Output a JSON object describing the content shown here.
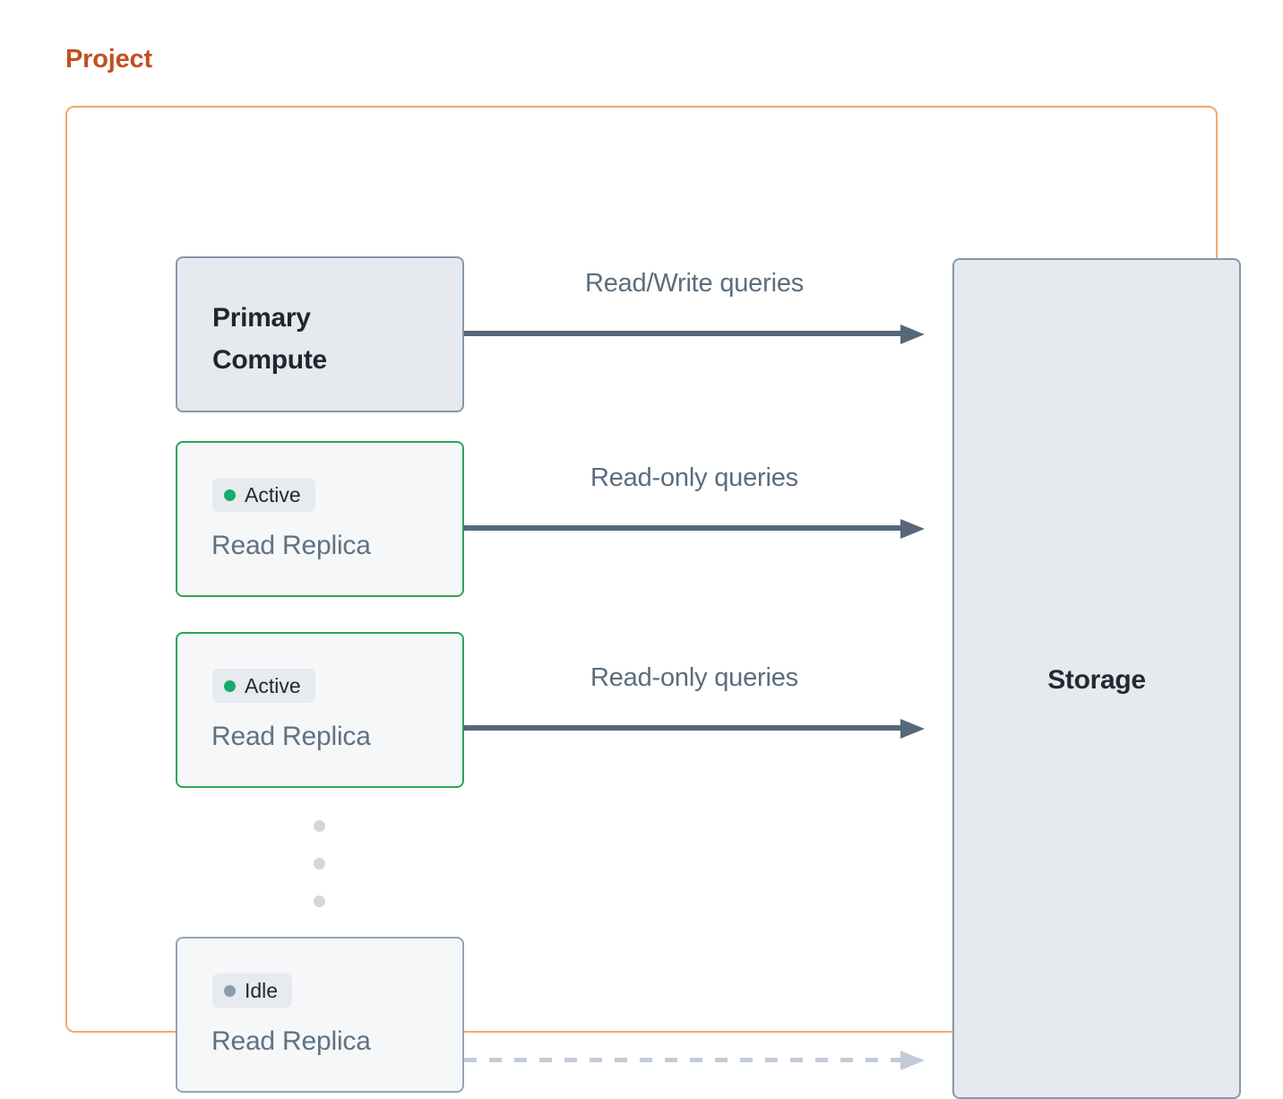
{
  "page": {
    "title": "Project"
  },
  "colors": {
    "project_accent": "#c2501f",
    "project_border": "#eeaa6e",
    "node_fill": "#e6eaef",
    "node_border": "#8698aa",
    "replica_fill": "#f6f7f9",
    "active_border": "#2ea35c",
    "idle_border": "#94a4b4",
    "active_dot": "#13ac6a",
    "idle_dot": "#8b9cab",
    "badge_bg": "#e7eaee",
    "arrow": "#566879",
    "arrow_dashed": "#c2ccd7",
    "label_text": "#5b6d7d",
    "replica_text": "#5f7283",
    "heading_text": "#1f272e",
    "ellipsis_dot": "#d6d6d6"
  },
  "diagram": {
    "primary": {
      "title": "Primary\nCompute",
      "title_line1": "Primary",
      "title_line2": "Compute"
    },
    "storage": {
      "title": "Storage"
    },
    "replicas": [
      {
        "status": "Active",
        "status_state": "active",
        "name": "Read Replica",
        "dot_icon": "status-dot-green"
      },
      {
        "status": "Active",
        "status_state": "active",
        "name": "Read Replica",
        "dot_icon": "status-dot-green"
      },
      {
        "status": "Idle",
        "status_state": "idle",
        "name": "Read Replica",
        "dot_icon": "status-dot-gray"
      }
    ],
    "connections": [
      {
        "label": "Read/Write queries",
        "from": "Primary Compute",
        "to": "Storage",
        "style": "solid",
        "icon": "arrow-right-icon"
      },
      {
        "label": "Read-only queries",
        "from": "Read Replica 1",
        "to": "Storage",
        "style": "solid",
        "icon": "arrow-right-icon"
      },
      {
        "label": "Read-only queries",
        "from": "Read Replica 2",
        "to": "Storage",
        "style": "solid",
        "icon": "arrow-right-icon"
      },
      {
        "label": "",
        "from": "Read Replica Idle",
        "to": "Storage",
        "style": "dashed",
        "icon": "arrow-right-icon"
      }
    ],
    "ellipsis": {
      "icon": "vertical-ellipsis-icon",
      "count": 3
    }
  }
}
